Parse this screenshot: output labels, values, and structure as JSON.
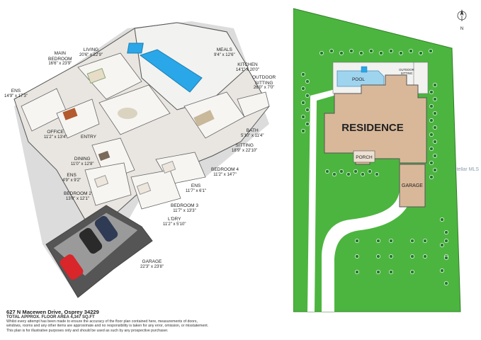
{
  "rooms": [
    {
      "name": "MAIN\nBEDROOM",
      "dim": "16'6\" x 23'9\""
    },
    {
      "name": "LIVING",
      "dim": "20'6\" x 22'9\""
    },
    {
      "name": "MEALS",
      "dim": "9'4\" x 12'6\""
    },
    {
      "name": "KITCHEN",
      "dim": "14'1\" x 20'0\""
    },
    {
      "name": "OUTDOOR\nSITTING",
      "dim": "26'0\" x 7'0\""
    },
    {
      "name": "ENS",
      "dim": "14'9\" x 17'3\""
    },
    {
      "name": "OFFICE",
      "dim": "11'2\" x 13'4\""
    },
    {
      "name": "ENTRY",
      "dim": ""
    },
    {
      "name": "BATH",
      "dim": "5'10\" x 11'4\""
    },
    {
      "name": "SITTING",
      "dim": "18'9\" x 22'10\""
    },
    {
      "name": "DINING",
      "dim": "11'0\" x 12'8\""
    },
    {
      "name": "BEDROOM 4",
      "dim": "11'2\" x 14'7\""
    },
    {
      "name": "ENS",
      "dim": "4'9\" x 9'2\""
    },
    {
      "name": "ENS",
      "dim": "11'7\" x 6'1\""
    },
    {
      "name": "BEDROOM 2",
      "dim": "13'0\" x 12'1\""
    },
    {
      "name": "BEDROOM 3",
      "dim": "11'7\" x 13'3\""
    },
    {
      "name": "L'DRY",
      "dim": "11'2\" x 5'10\""
    },
    {
      "name": "GARAGE",
      "dim": "22'3\" x 23'8\""
    }
  ],
  "footer": {
    "address": "627 N Macewen Drive, Osprey 34229",
    "total": "TOTAL APPROX. FLOOR AREA 4,347 SQ.FT",
    "disclaimer1": "Whilst every attempt has been made to ensure the accuracy of the floor plan contained here, measurements of doors,",
    "disclaimer2": "windows, rooms and any other items are approximate and no responsibility is taken for any error, omission, or misstatement.",
    "disclaimer3": "This plan is for illustrative purposes only and should be used as such by any prospective purchaser."
  },
  "site_plan": {
    "residence": "RESIDENCE",
    "pool": "POOL",
    "outdoor_sitting": "OUTDOOR\nSITTING",
    "porch": "PORCH",
    "garage": "GARAGE",
    "north": "N"
  },
  "watermark": "Stellar MLS",
  "colors": {
    "grass": "#4cb53f",
    "tree": "#1f7a2a",
    "building": "#d9b89a",
    "pool": "#9fd4ef",
    "path": "#ffffff"
  }
}
